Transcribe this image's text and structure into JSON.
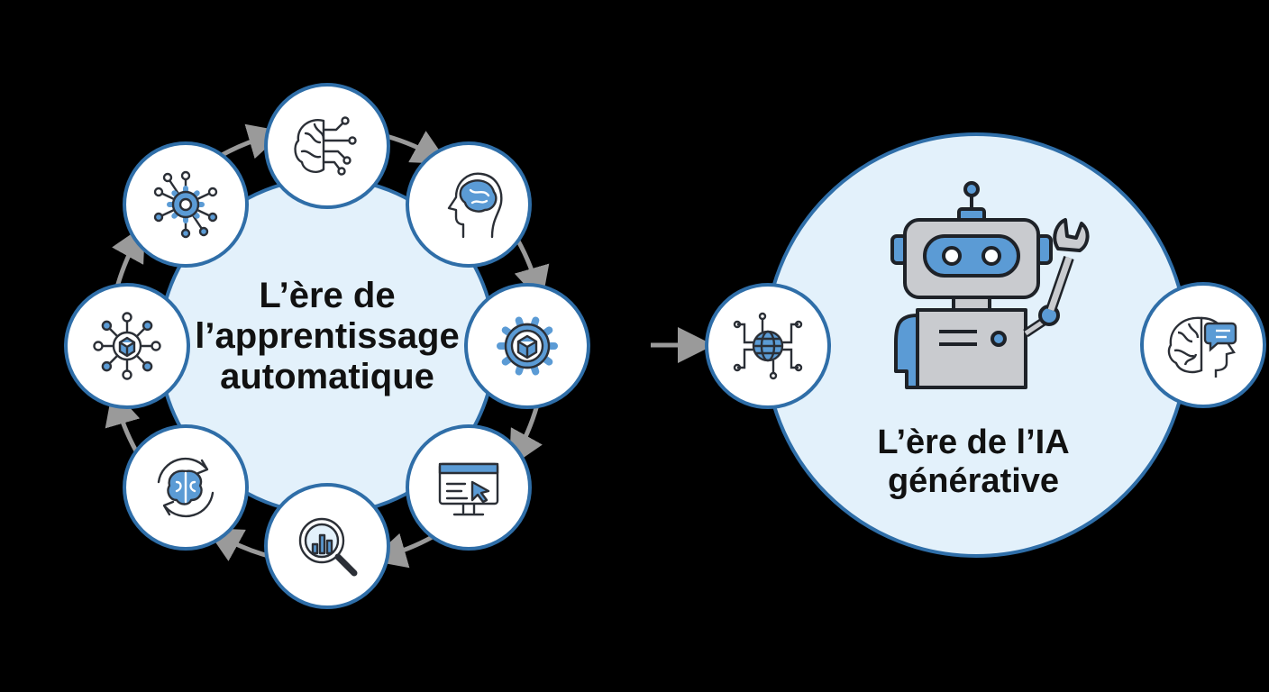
{
  "ml_era": {
    "title_lines": [
      "L’ère de",
      "l’apprentissage",
      "automatique"
    ],
    "satellites": [
      {
        "icon": "brain-circuit-icon"
      },
      {
        "icon": "head-brain-icon"
      },
      {
        "icon": "gear-cube-icon"
      },
      {
        "icon": "monitor-cursor-icon"
      },
      {
        "icon": "magnifier-chart-icon"
      },
      {
        "icon": "brain-cycle-icon"
      },
      {
        "icon": "cube-network-icon"
      },
      {
        "icon": "gear-network-icon"
      }
    ]
  },
  "gen_ai_era": {
    "title_lines": [
      "L’ère de l’IA",
      "générative"
    ],
    "left_icon": "globe-network-icon",
    "right_icon": "brain-speech-icon",
    "center_icon": "robot-wrench-icon"
  },
  "colors": {
    "background": "#000000",
    "circle_fill": "#e3f1fb",
    "circle_stroke": "#2f6ea8",
    "icon_stroke": "#2b2f36",
    "icon_accent": "#5b9bd5",
    "arrow": "#9a9a9a",
    "robot_body": "#c9cbcf"
  }
}
